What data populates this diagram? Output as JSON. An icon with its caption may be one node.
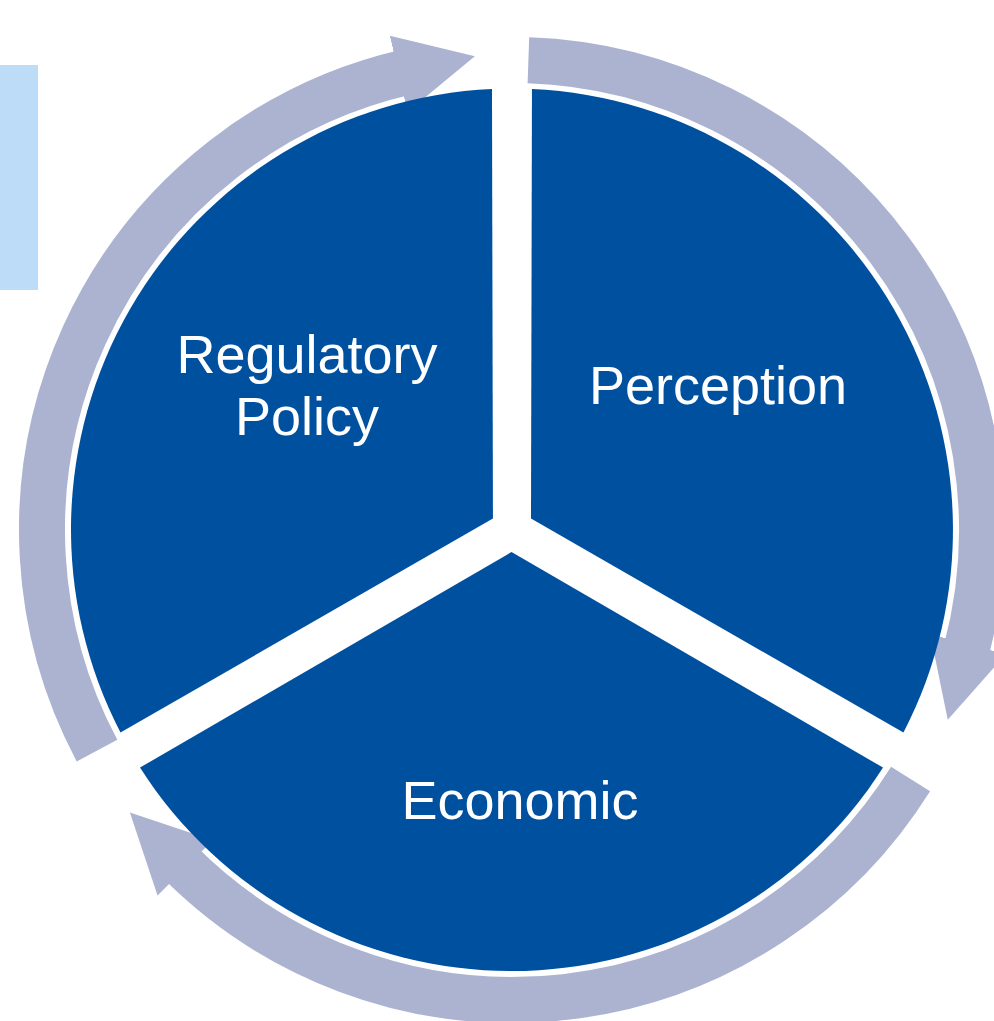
{
  "diagram": {
    "nodes": [
      {
        "text": [
          "Regulatory Policy"
        ]
      },
      {
        "text": [
          "Perception"
        ]
      },
      {
        "text": [
          "Economic"
        ]
      }
    ]
  }
}
